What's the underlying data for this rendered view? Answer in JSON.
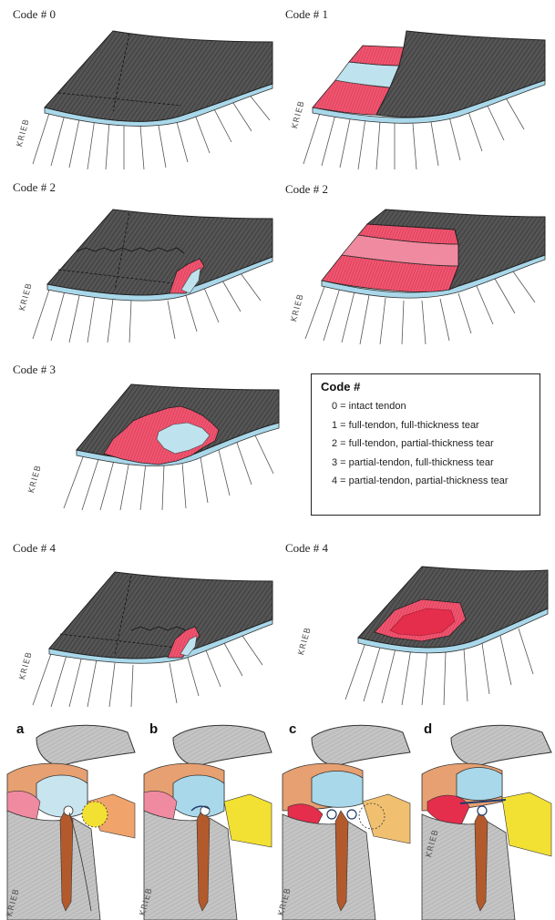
{
  "panels": [
    {
      "label": "Code # 0"
    },
    {
      "label": "Code # 1"
    },
    {
      "label": "Code # 2"
    },
    {
      "label": "Code # 2"
    },
    {
      "label": "Code # 3"
    },
    {
      "label": "Code # 4"
    },
    {
      "label": "Code # 4"
    }
  ],
  "legend": {
    "title": "Code #",
    "items": [
      "0 = intact tendon",
      "1 = full-tendon, full-thickness tear",
      "2 = full-tendon, partial-thickness tear",
      "3 = partial-tendon, full-thickness tear",
      "4 = partial-tendon, partial-thickness tear"
    ]
  },
  "bottom_panels": [
    {
      "letter": "a"
    },
    {
      "letter": "b"
    },
    {
      "letter": "c"
    },
    {
      "letter": "d"
    }
  ],
  "signature": "KRIEB",
  "colors": {
    "tendon": "#4a4a4a",
    "tear_red": "#e8475f",
    "fluid_blue": "#a9d8ea",
    "bone_gray": "#b9b9b9",
    "muscle_orange": "#e7a071",
    "yellow": "#f2e033"
  }
}
